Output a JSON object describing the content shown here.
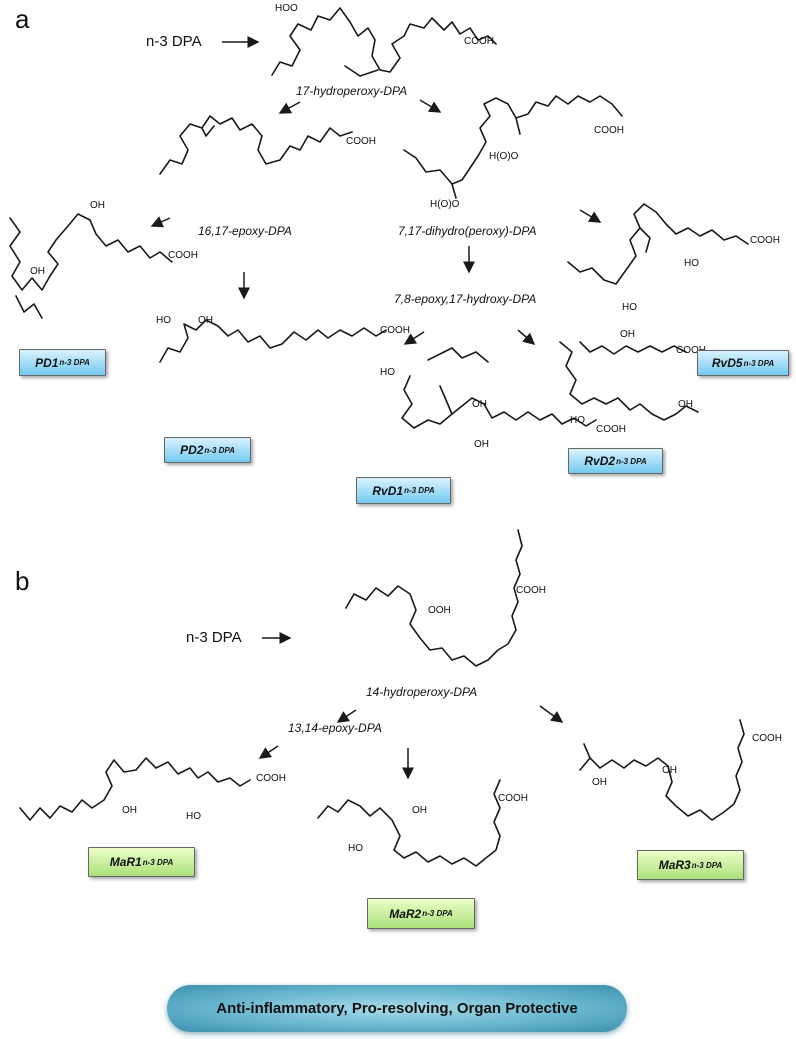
{
  "panels": {
    "a": "a",
    "b": "b"
  },
  "a": {
    "source": "n-3 DPA",
    "intermediates": {
      "hydroperoxy": "17-hydroperoxy-DPA",
      "epoxy": "16,17-epoxy-DPA",
      "dihydro": "7,17-dihydro(peroxy)-DPA",
      "epoxy_hydroxy": "7,8-epoxy,17-hydroxy-DPA"
    },
    "groups": {
      "hoo": "HOO",
      "cooh": "COOH",
      "oh": "OH",
      "ho": "HO",
      "h_o_o": "H(O)O"
    },
    "products": [
      {
        "name": "PD1",
        "sub": "n-3 DPA"
      },
      {
        "name": "PD2",
        "sub": "n-3 DPA"
      },
      {
        "name": "RvD1",
        "sub": "n-3 DPA"
      },
      {
        "name": "RvD2",
        "sub": "n-3 DPA"
      },
      {
        "name": "RvD5",
        "sub": "n-3 DPA"
      }
    ]
  },
  "b": {
    "source": "n-3 DPA",
    "intermediates": {
      "hydroperoxy": "14-hydroperoxy-DPA",
      "epoxy": "13,14-epoxy-DPA"
    },
    "groups": {
      "ooh": "OOH",
      "cooh": "COOH",
      "oh": "OH",
      "ho": "HO"
    },
    "products": [
      {
        "name": "MaR1",
        "sub": "n-3 DPA"
      },
      {
        "name": "MaR2",
        "sub": "n-3 DPA"
      },
      {
        "name": "MaR3",
        "sub": "n-3 DPA"
      }
    ]
  },
  "banner": "Anti-inflammatory,  Pro-resolving,  Organ Protective",
  "colors": {
    "blue_badge": "#74c9f0",
    "green_badge": "#a9e07a",
    "banner": "#69b6cf"
  }
}
